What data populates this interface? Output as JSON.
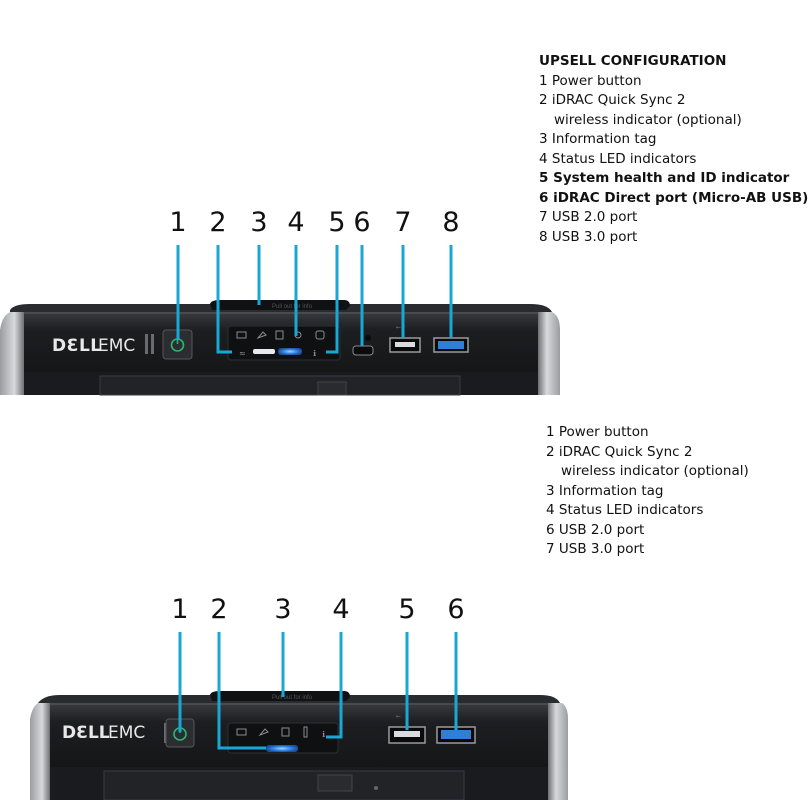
{
  "upsell": {
    "heading": "UPSELL CONFIGURATION",
    "items": [
      {
        "text": "1 Power button",
        "bold": false,
        "indent": false
      },
      {
        "text": "2 iDRAC Quick Sync 2",
        "bold": false,
        "indent": false
      },
      {
        "text": "wireless indicator (optional)",
        "bold": false,
        "indent": true
      },
      {
        "text": "3 Information tag",
        "bold": false,
        "indent": false
      },
      {
        "text": "4 Status LED indicators",
        "bold": false,
        "indent": false
      },
      {
        "text": "5 System health and ID indicator",
        "bold": true,
        "indent": false
      },
      {
        "text": "6 iDRAC Direct port (Micro-AB USB)",
        "bold": true,
        "indent": false
      },
      {
        "text": "7 USB 2.0 port",
        "bold": false,
        "indent": false
      },
      {
        "text": "8 USB 3.0 port",
        "bold": false,
        "indent": false
      }
    ],
    "callouts": [
      "1",
      "2",
      "3",
      "4",
      "5",
      "6",
      "7",
      "8"
    ]
  },
  "standard": {
    "items": [
      {
        "text": "1 Power button",
        "indent": false
      },
      {
        "text": "2 iDRAC Quick Sync 2",
        "indent": false
      },
      {
        "text": "wireless indicator (optional)",
        "indent": true
      },
      {
        "text": "3 Information tag",
        "indent": false
      },
      {
        "text": "4 Status LED indicators",
        "indent": false
      },
      {
        "text": "6 USB 2.0 port",
        "indent": false
      },
      {
        "text": "7 USB 3.0 port",
        "indent": false
      }
    ],
    "callouts": [
      "1",
      "2",
      "3",
      "4",
      "5",
      "6"
    ]
  },
  "device": {
    "logo_dell": "D&LL",
    "logo_emc": "EMC",
    "info_tag_text": "Pull out for info",
    "icon_names": [
      "power-icon",
      "wireless-icon",
      "display-icon",
      "wrench-icon",
      "chip-icon",
      "thermometer-icon",
      "drive-icon",
      "usb-icon"
    ],
    "colors": {
      "callout": "#19a7d6",
      "panel": "#1b1c1f",
      "bezel": "#2b2c30",
      "power_led": "#2bb673",
      "usb3": "#2f7fd8",
      "health_led": "#3a8ef0"
    }
  }
}
